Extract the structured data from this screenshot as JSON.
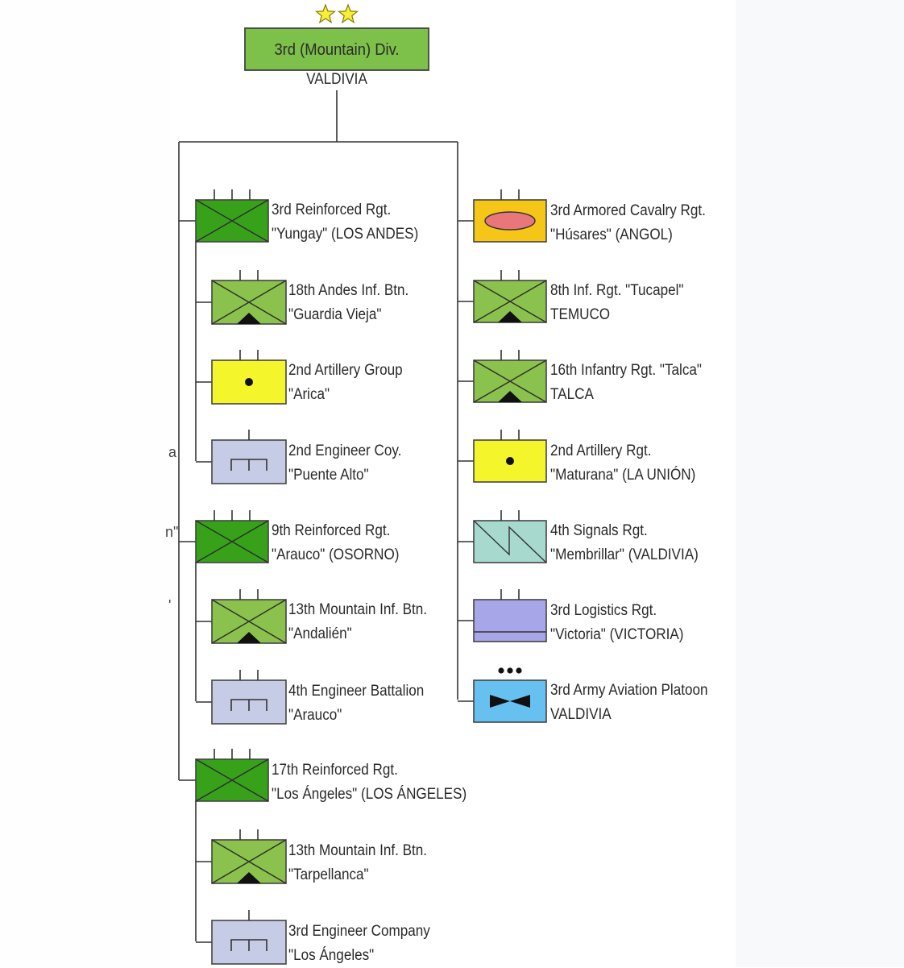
{
  "division": {
    "title": "3rd (Mountain) Div.",
    "location": "VALDIVIA",
    "rank_stars": 2
  },
  "edge_fragments": [
    "a",
    "n\"",
    "'"
  ],
  "colors": {
    "infantry": "#38a11a",
    "infantry_light": "#8bc14d",
    "artillery": "#f5f52c",
    "engineer": "#c7cce6",
    "cavalry": "#f5c518",
    "cavalry_oval": "#e8767b",
    "signals": "#a7d9cf",
    "logistics": "#a7a6e8",
    "aviation": "#66c1f0",
    "line": "#333333"
  },
  "units_left": [
    {
      "line1": "3rd Reinforced Rgt.",
      "line2": "\"Yungay\" (LOS ANDES)",
      "symbol": "infantry-regiment"
    },
    {
      "line1": "18th Andes Inf. Btn.",
      "line2": "\"Guardia Vieja\"",
      "symbol": "mountain-infantry-battalion"
    },
    {
      "line1": "2nd Artillery Group",
      "line2": "\"Arica\"",
      "symbol": "artillery-group"
    },
    {
      "line1": "2nd Engineer Coy.",
      "line2": "\"Puente Alto\"",
      "symbol": "engineer-company"
    },
    {
      "line1": "9th Reinforced Rgt.",
      "line2": "\"Arauco\" (OSORNO)",
      "symbol": "infantry-regiment"
    },
    {
      "line1": "13th Mountain Inf. Btn.",
      "line2": "\"Andalién\"",
      "symbol": "mountain-infantry-battalion"
    },
    {
      "line1": "4th Engineer Battalion",
      "line2": "\"Arauco\"",
      "symbol": "engineer-battalion"
    },
    {
      "line1": "17th Reinforced Rgt.",
      "line2": "\"Los Ángeles\" (LOS ÁNGELES)",
      "symbol": "infantry-regiment"
    },
    {
      "line1": "13th Mountain Inf. Btn.",
      "line2": "\"Tarpellanca\"",
      "symbol": "mountain-infantry-battalion"
    },
    {
      "line1": "3rd Engineer Company",
      "line2": "\"Los Ángeles\"",
      "symbol": "engineer-company"
    }
  ],
  "units_right": [
    {
      "line1": "3rd Armored Cavalry Rgt.",
      "line2": "\"Húsares\" (ANGOL)",
      "symbol": "armored-cavalry-regiment"
    },
    {
      "line1": "8th Inf. Rgt. \"Tucapel\"",
      "line2": "TEMUCO",
      "symbol": "mountain-infantry-regiment"
    },
    {
      "line1": "16th Infantry Rgt. \"Talca\"",
      "line2": "TALCA",
      "symbol": "mountain-infantry-regiment"
    },
    {
      "line1": "2nd Artillery Rgt.",
      "line2": "\"Maturana\" (LA UNIÓN)",
      "symbol": "artillery-regiment"
    },
    {
      "line1": "4th Signals Rgt.",
      "line2": "\"Membrillar\" (VALDIVIA)",
      "symbol": "signals-regiment"
    },
    {
      "line1": "3rd Logistics Rgt.",
      "line2": "\"Victoria\" (VICTORIA)",
      "symbol": "logistics-regiment"
    },
    {
      "line1": "3rd Army Aviation Platoon",
      "line2": "VALDIVIA",
      "symbol": "aviation-platoon"
    }
  ]
}
